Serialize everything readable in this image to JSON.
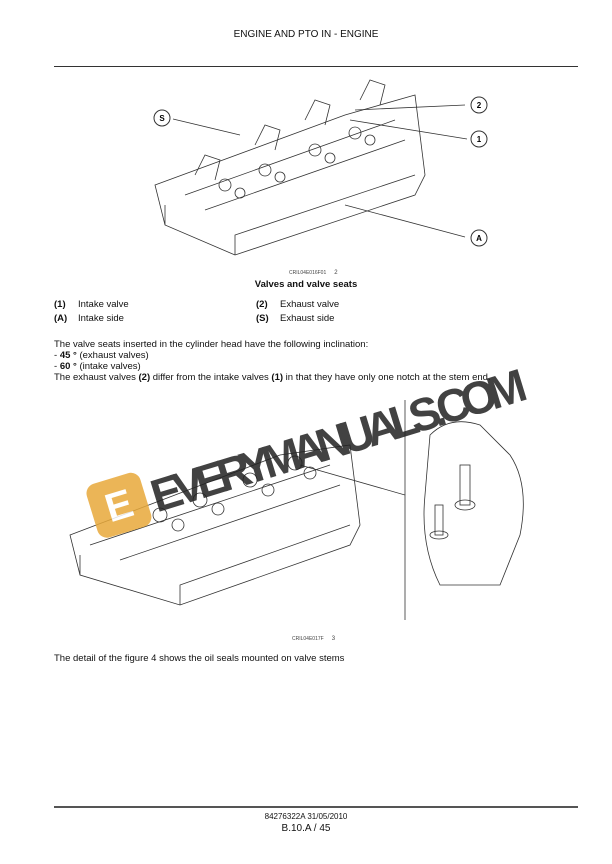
{
  "header": {
    "title": "ENGINE AND PTO IN - ENGINE"
  },
  "figure2": {
    "code": "CRIL04E016F01",
    "number": "2",
    "caption": "Valves and valve seats",
    "callouts": [
      "S",
      "2",
      "1",
      "A"
    ]
  },
  "legend": [
    {
      "key": "(1)",
      "label": "Intake valve"
    },
    {
      "key": "(2)",
      "label": "Exhaust valve"
    },
    {
      "key": "(A)",
      "label": "Intake side"
    },
    {
      "key": "(S)",
      "label": "Exhaust side"
    }
  ],
  "body": {
    "intro": "The valve seats inserted in the cylinder head have the following inclination:",
    "items": [
      {
        "value": "45 °",
        "note": "(exhaust valves)"
      },
      {
        "value": "60 °",
        "note": "(intake valves)"
      }
    ],
    "difference": {
      "pre": "The exhaust valves ",
      "ref2": "(2)",
      "mid": " differ from the intake valves ",
      "ref1": "(1)",
      "post": " in that they have only one notch at the stem end."
    },
    "detail": "The detail of the figure 4 shows the oil seals mounted on valve stems"
  },
  "figure3": {
    "code": "CRIL04E017F",
    "number": "3"
  },
  "watermark": {
    "text": "EVERYMANUALS.COM",
    "logo_letter": "E"
  },
  "footer": {
    "docnum": "84276322A 31/05/2010",
    "page": "B.10.A / 45"
  }
}
